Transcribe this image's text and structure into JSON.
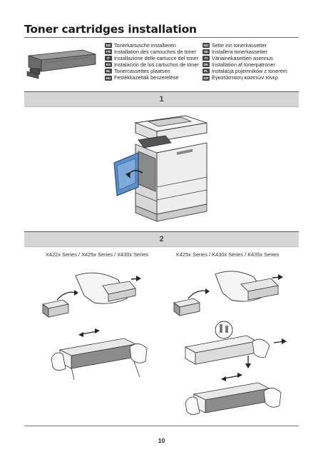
{
  "title": "Toner cartridges installation",
  "languages_left": [
    {
      "code": "DE",
      "text": "Tonerkartusche installieren"
    },
    {
      "code": "FR",
      "text": "Installation des cartouches de toner"
    },
    {
      "code": "IT",
      "text": "Installazione delle cartucce del toner"
    },
    {
      "code": "ES",
      "text": "Instalación de los cartuchos de tóner"
    },
    {
      "code": "NL",
      "text": "Tonercassettes plaatsen"
    },
    {
      "code": "HU",
      "text": "Festékkazetták beszerelése"
    }
  ],
  "languages_right": [
    {
      "code": "NO",
      "text": "Sette inn tonerkassetter"
    },
    {
      "code": "SE",
      "text": "Installera tonerkassetter"
    },
    {
      "code": "FI",
      "text": "Väriainekasettien asennus"
    },
    {
      "code": "DK",
      "text": "Installation af tonerpatroner"
    },
    {
      "code": "PL",
      "text": "Instalacja pojemników z tonerem"
    },
    {
      "code": "GR",
      "text": "Εγκατάσταση κασετών τόνερ"
    }
  ],
  "steps": {
    "step1": "1",
    "step2": "2"
  },
  "series": {
    "left": "X422x Series / X425x Series / X430x Series",
    "right": "K425x Series / K430x Series / K435x Series"
  },
  "page_number": "10",
  "colors": {
    "step_bar": "#d6d6d6",
    "door_blue": "#5b8fc9"
  }
}
